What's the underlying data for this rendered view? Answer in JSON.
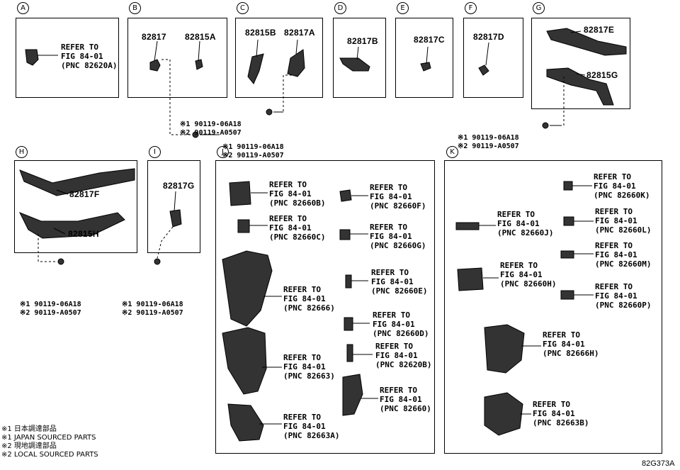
{
  "panels": {
    "A": {
      "letter": "A",
      "refer": [
        "REFER TO",
        "FIG 84-01",
        "(PNC 82620A)"
      ]
    },
    "B": {
      "letter": "B",
      "parts": [
        "82817",
        "82815A"
      ]
    },
    "C": {
      "letter": "C",
      "parts": [
        "82815B",
        "82817A"
      ]
    },
    "D": {
      "letter": "D",
      "parts": [
        "82817B"
      ]
    },
    "E": {
      "letter": "E",
      "parts": [
        "82817C"
      ]
    },
    "F": {
      "letter": "F",
      "parts": [
        "82817D"
      ]
    },
    "G": {
      "letter": "G",
      "parts": [
        "82817E",
        "82815G"
      ]
    },
    "H": {
      "letter": "H",
      "parts": [
        "82817F",
        "82815H"
      ]
    },
    "I": {
      "letter": "I",
      "parts": [
        "82817G"
      ]
    },
    "J": {
      "letter": "J",
      "refs": [
        [
          "REFER TO",
          "FIG 84-01",
          "(PNC 82660B)"
        ],
        [
          "REFER TO",
          "FIG 84-01",
          "(PNC 82660C)"
        ],
        [
          "REFER TO",
          "FIG 84-01",
          "(PNC 82666)"
        ],
        [
          "REFER TO",
          "FIG 84-01",
          "(PNC 82663)"
        ],
        [
          "REFER TO",
          "FIG 84-01",
          "(PNC 82663A)"
        ],
        [
          "REFER TO",
          "FIG 84-01",
          "(PNC 82660F)"
        ],
        [
          "REFER TO",
          "FIG 84-01",
          "(PNC 82660G)"
        ],
        [
          "REFER TO",
          "FIG 84-01",
          "(PNC 82660E)"
        ],
        [
          "REFER TO",
          "FIG 84-01",
          "(PNC 82660D)"
        ],
        [
          "REFER TO",
          "FIG 84-01",
          "(PNC 82620B)"
        ],
        [
          "REFER TO",
          "FIG 84-01",
          "(PNC 82660)"
        ]
      ]
    },
    "K": {
      "letter": "K",
      "refs": [
        [
          "REFER TO",
          "FIG 84-01",
          "(PNC 82660J)"
        ],
        [
          "REFER TO",
          "FIG 84-01",
          "(PNC 82660H)"
        ],
        [
          "REFER TO",
          "FIG 84-01",
          "(PNC 82666H)"
        ],
        [
          "REFER TO",
          "FIG 84-01",
          "(PNC 82663B)"
        ],
        [
          "REFER TO",
          "FIG 84-01",
          "(PNC 82660K)"
        ],
        [
          "REFER TO",
          "FIG 84-01",
          "(PNC 82660L)"
        ],
        [
          "REFER TO",
          "FIG 84-01",
          "(PNC 82660M)"
        ],
        [
          "REFER TO",
          "FIG 84-01",
          "(PNC 82660P)"
        ]
      ]
    }
  },
  "bolts": {
    "bc_upper": [
      "※1 90119-06A18",
      "※2 90119-A0507"
    ],
    "bc_lower": [
      "※1 90119-06A18",
      "※2 90119-A0507"
    ],
    "g": [
      "※1 90119-06A18",
      "※2 90119-A0507"
    ],
    "h": [
      "※1 90119-06A18",
      "※2 90119-A0507"
    ],
    "i": [
      "※1 90119-06A18",
      "※2 90119-A0507"
    ]
  },
  "legend": [
    "※1 日本調達部品",
    "※1 JAPAN SOURCED PARTS",
    "※2 現地調達部品",
    "※2 LOCAL SOURCED PARTS"
  ],
  "figure_code": "82G373A"
}
